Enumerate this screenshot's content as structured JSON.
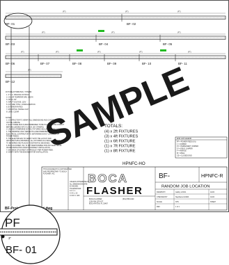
{
  "run1": {
    "labels": [
      "BF- 01",
      "BF- 02"
    ],
    "dims": [
      "(FT)",
      "(FT)",
      "(FT)"
    ]
  },
  "run2": {
    "labels": [
      "BF- 03",
      "BF- 04",
      "BF- 05"
    ],
    "dims": [
      "(FT)",
      "(FT)",
      "(FT)"
    ]
  },
  "run3": {
    "labels": [
      "BF- 06",
      "BF- 07",
      "BF- 08",
      "BF- 09",
      "BF- 10",
      "BF- 11"
    ],
    "dims": [
      "(FT)",
      "(FT)",
      "(FT)",
      "(FT)",
      "(FT)"
    ]
  },
  "run4": {
    "labels": [
      "BF- 12"
    ],
    "dims": [
      "(FT)"
    ]
  },
  "watermark": "SAMPLE",
  "attributes": {
    "title": "FIXTURE ATTRIBUTES / TYPE BF",
    "lines": [
      "1. 3\" O.C. SPACING OF BOCA",
      "2. COLOR TEMPERATURE: 3000°K",
      "3. OPTIC: 60°",
      "4. INPUT VOLTAGE: 120V",
      "5. FIXTURE TYPE / CONFIGURATION",
      "6. EXTERIOR RATED",
      "7. MOUNTING: SWIVEL CLIP",
      "8. LENS: CLEAR"
    ]
  },
  "notes": {
    "title": "NOTES:",
    "lines": [
      "1. CONTRACTOR TO VERIFY ALL DIMENSIONS AND CONDITIONS",
      "   ON THE JOBSITE.",
      "2. EACH HOME RUN IS RECOMMENDED TO BE IN A SEPARATE CONDUIT",
      "   BEFORE LEADING INTO A J-BOX. (BY OTHERS)",
      "3. UNLESS OTHERWISE NOTED, FIXTURES INCLUDE AND FIELD CUT.",
      "4. THE DRAWING ONLY REFLECTS A RECOMMENDED HOOK-UP.",
      "   ELECTRICAL CONTRACTOR TO DETERMINE EXACT LOCATION OF",
      "   POWER FEEDS.",
      "5. THE ELECTRICIAN TO VERIFY WITH THE LAYOUT AND",
      "   ARCHITECTURAL DRAWINGS. ALL FIXTURES IN A SINGLE RUN ARE",
      "   TO BE WIRED AND PLACED TOGETHER AS DESIGNED.",
      "6. BOCA FLASHER, INC. IS NOT RESPONSIBLE FOR ANY ELECTRICAL",
      "   ISSUES RESULTING FROM INCORRECT INSTALLATION.",
      "7. MAXIMUM OF 50 FEET OF PRODUCT PER POWER FEED.",
      "8. VERIFY WITH THE ENGINEER FOR INSTALLATION."
    ]
  },
  "totals": {
    "title": "TOTALS:",
    "lines": [
      "(4) x 2ft FIXTURES",
      "(3) x 4ft FIXTURES",
      "(1) x 6ft FIXTURE",
      "(1) x 7ft FIXTURE",
      "(1) x 8ft FIXTURE"
    ]
  },
  "legend": {
    "title": "END CAP LEGEND",
    "lines": [
      "PF = POWER FEED (6 ft)",
      "J = JUMPER",
      "PJ = PERMANENT JUMPER",
      "FJ = FIELD JUMPER",
      "F = FEMALE",
      "M = MALE",
      "CE = CLOSED END"
    ]
  },
  "file_name": "BF-ProjectName-Layout.dwg",
  "product_code": "HPNFC-HO",
  "logo": {
    "line1": "BOCA",
    "line2": "FLASHER"
  },
  "title_block": {
    "fixture_id": "BF-",
    "part_no": "HPNFC-R",
    "job_location": "RANDOM JOB LOCATION",
    "rows": [
      {
        "label": "DRAWN BY",
        "name": "Gabby LOC01",
        "date": "10/24"
      },
      {
        "label": "CHECKED BY",
        "name": "Stephanie GUIMA",
        "date": "10/24"
      },
      {
        "label": "SCALE",
        "name": "NTS",
        "date": "SHEET"
      },
      {
        "label": "REV",
        "name": "1 of 1",
        "date": ""
      }
    ],
    "address_lines": [
      "BOCA FLASHER",
      "1234 NW 10TH ST.",
      "BOCA RATON, FL 33487",
      "(561) 555-0100"
    ],
    "disclaimer_lines": [
      "THIS DOCUMENT IS COPYRIGHTED",
      "AND PROPRIETARY TO BOCA",
      "FLASHER, INC."
    ],
    "terms_lines": [
      "UNLESS OTHERWISE NOTED,",
      "ALL DIMENSIONS ARE",
      "IN INCHES.",
      "TOLERANCES:",
      "X.X ± .1",
      "X.XX ± .02",
      "X.XXX ± .005"
    ]
  },
  "zoom": {
    "end_cap": "PF",
    "label": "BF- 01",
    "dim": "3\""
  },
  "colors": {
    "line": "#111111",
    "accent": "#22bb22",
    "watermark": "#1a1a1a"
  }
}
